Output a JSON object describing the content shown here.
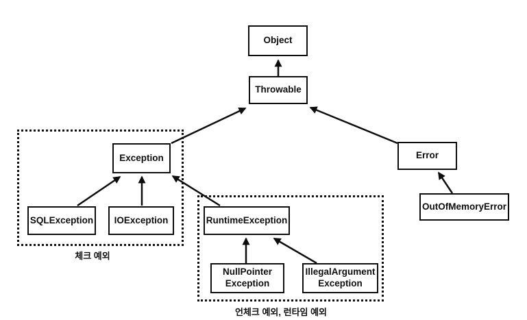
{
  "diagram": {
    "type": "class-hierarchy",
    "colors": {
      "line": "#0d0d0d",
      "background": "#ffffff"
    },
    "nodes": {
      "object": {
        "label": "Object"
      },
      "throwable": {
        "label": "Throwable"
      },
      "exception": {
        "label": "Exception"
      },
      "error": {
        "label": "Error"
      },
      "out_of_memory": {
        "label": "OutOfMemoryError"
      },
      "sql_exception": {
        "label": "SQLException"
      },
      "io_exception": {
        "label": "IOException"
      },
      "runtime_exception": {
        "label": "RuntimeException"
      },
      "null_pointer": {
        "line1": "NullPointer",
        "line2": "Exception"
      },
      "illegal_argument": {
        "line1": "IllegalArgument",
        "line2": "Exception"
      }
    },
    "groups": {
      "checked": {
        "label": "체크 예외"
      },
      "unchecked": {
        "label": "언체크 예외, 런타임 예외"
      }
    },
    "edges": [
      {
        "from": "Throwable",
        "to": "Object"
      },
      {
        "from": "Exception",
        "to": "Throwable"
      },
      {
        "from": "Error",
        "to": "Throwable"
      },
      {
        "from": "SQLException",
        "to": "Exception"
      },
      {
        "from": "IOException",
        "to": "Exception"
      },
      {
        "from": "RuntimeException",
        "to": "Exception"
      },
      {
        "from": "NullPointerException",
        "to": "RuntimeException"
      },
      {
        "from": "IllegalArgumentException",
        "to": "RuntimeException"
      },
      {
        "from": "OutOfMemoryError",
        "to": "Error"
      }
    ]
  }
}
